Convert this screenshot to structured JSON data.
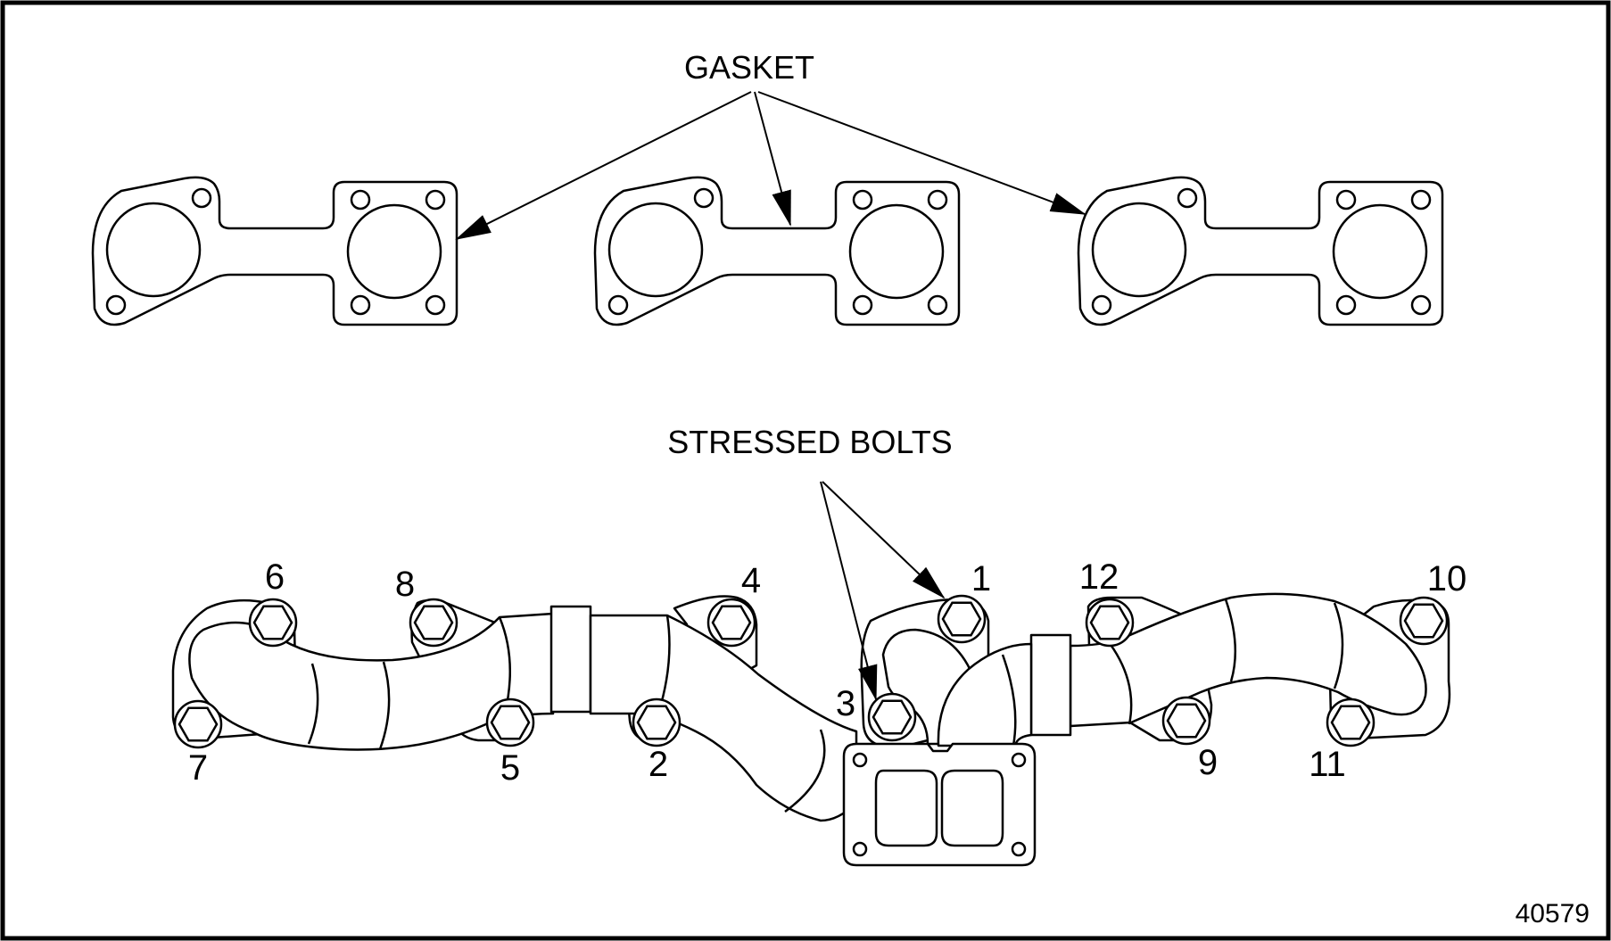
{
  "labels": {
    "gasket": "GASKET",
    "stressed_bolts": "STRESSED BOLTS",
    "figure_number": "40579"
  },
  "bolt_numbers": {
    "b1": "1",
    "b2": "2",
    "b3": "3",
    "b4": "4",
    "b5": "5",
    "b6": "6",
    "b7": "7",
    "b8": "8",
    "b9": "9",
    "b10": "10",
    "b11": "11",
    "b12": "12"
  },
  "colors": {
    "line": "#000000",
    "background": "#ffffff"
  }
}
